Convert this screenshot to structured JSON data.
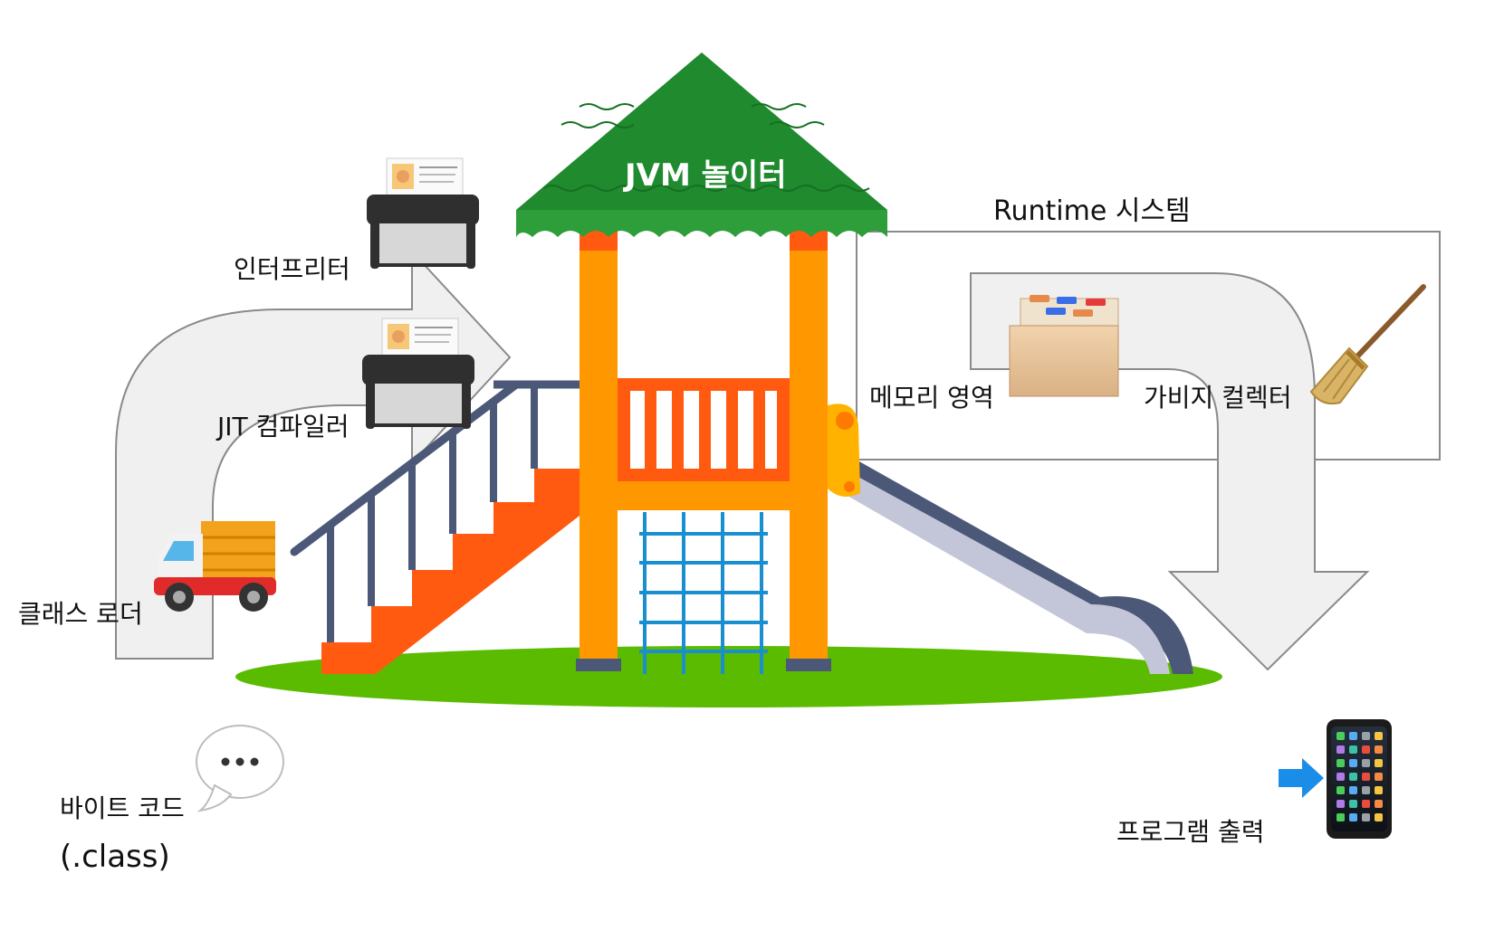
{
  "title": "JVM 놀이터",
  "runtime": {
    "title": "Runtime 시스템",
    "memory_label": "메모리 영역",
    "gc_label": "가비지 컬렉터"
  },
  "loader": {
    "interpreter_label": "인터프리터",
    "jit_label": "JIT 컴파일러",
    "class_loader_label": "클래스 로더"
  },
  "bytecode": {
    "label": "바이트 코드",
    "ext": "(.class)"
  },
  "output": {
    "label": "프로그램 출력"
  },
  "icons": [
    "printer-icon",
    "truck-icon",
    "speech-bubble-icon",
    "card-file-box-icon",
    "broom-icon",
    "phone-icon",
    "arrow-right-icon"
  ],
  "colors": {
    "roof": "#1f8a2e",
    "post": "#ff9800",
    "stairs": "#ff5a10",
    "rail": "#4b5878",
    "grass": "#5bbb00",
    "slide": "#c3c6d8",
    "net": "#1a8fd0",
    "arrow_fill": "#f0f0f0",
    "arrow_stroke": "#8a8a8a"
  }
}
